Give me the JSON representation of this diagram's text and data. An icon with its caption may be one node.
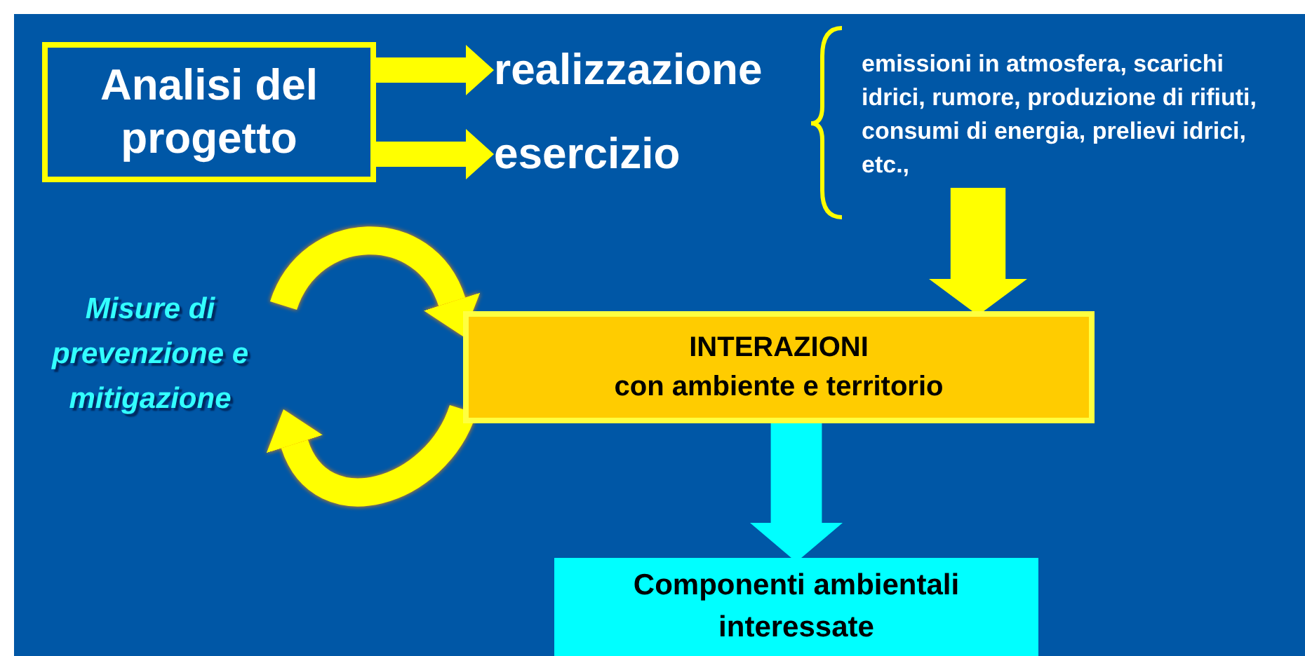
{
  "diagram": {
    "nodes": [
      {
        "text": [
          "Analisi del progetto"
        ]
      },
      {
        "text": [
          "realizzazione"
        ]
      },
      {
        "text": [
          "esercizio"
        ]
      },
      {
        "text": [
          "emissioni in atmosfera, scarichi idrici, rumore, produzione di rifiuti, consumi di energia, prelievi idrici, etc.,"
        ]
      },
      {
        "text": [
          "INTERAZIONI",
          "con ambiente e territorio"
        ]
      },
      {
        "text": [
          "Misure di prevenzione e mitigazione"
        ]
      },
      {
        "text": [
          "Componenti ambientali interessate"
        ]
      }
    ],
    "edges": [
      {
        "from": 0,
        "to": 1,
        "arrow": "to"
      },
      {
        "from": 0,
        "to": 2,
        "arrow": "to"
      },
      {
        "from": 3,
        "to": 4,
        "arrow": "to",
        "style": "thick"
      },
      {
        "from": 5,
        "to": 4,
        "arrow": "to"
      },
      {
        "from": 4,
        "to": 5,
        "arrow": "to"
      },
      {
        "from": 4,
        "to": 6,
        "arrow": "to",
        "style": "thick",
        "color": "#00ffff"
      }
    ]
  }
}
